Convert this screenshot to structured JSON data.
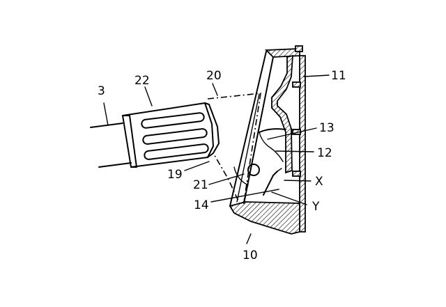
{
  "figure": {
    "labels": {
      "l3": "3",
      "l22": "22",
      "l20": "20",
      "l11": "11",
      "l13": "13",
      "l12": "12",
      "l19": "19",
      "l21": "21",
      "lX": "X",
      "l14": "14",
      "lY": "Y",
      "l10": "10"
    }
  }
}
